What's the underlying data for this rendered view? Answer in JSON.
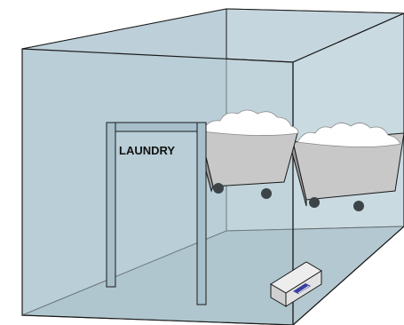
{
  "door_sign": {
    "text": "LAUNDRY"
  },
  "unit_logo": {
    "name": "device-logo-icon"
  },
  "colors": {
    "room_fill": "#b9cdd6",
    "room_back": "#cfdee5",
    "floor": "#a7bcc6",
    "outline": "#1a1a1a",
    "cart_body": "#c8c8c8",
    "cart_dark": "#9a9a9a",
    "wheel": "#3d4448",
    "laundry": "#ffffff",
    "unit": "#ededed",
    "logo_blue": "#3a3f9e"
  },
  "carts": [
    {
      "name": "laundry-cart-front"
    },
    {
      "name": "laundry-cart-rear"
    }
  ]
}
